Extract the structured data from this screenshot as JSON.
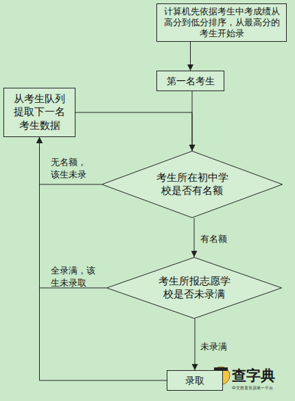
{
  "diagram": {
    "nodes": [
      {
        "text": [
          "计算机先依据考生中考成绩从高分到低分排序，从最高分的考生开始录"
        ]
      },
      {
        "text": [
          "第一名考生"
        ]
      },
      {
        "text": [
          "从考生队列提取下一名考生数据"
        ]
      },
      {
        "text": [
          "考生所在初中学校是否有名额"
        ]
      },
      {
        "text": [
          "考生所报志愿学校是否未录满"
        ]
      },
      {
        "text": [
          "录取"
        ]
      }
    ],
    "edges": [
      {
        "from": 0,
        "to": 1,
        "arrow": "to"
      },
      {
        "from": 1,
        "to": 3,
        "arrow": "to"
      },
      {
        "from": 2,
        "to": 3,
        "arrow": "to"
      },
      {
        "from": 3,
        "to": 2,
        "label": "无名额，该生未录",
        "arrow": "to"
      },
      {
        "from": 3,
        "to": 4,
        "label": "有名额",
        "arrow": "to"
      },
      {
        "from": 4,
        "to": 2,
        "label": "全录满，该生未录取",
        "arrow": "to"
      },
      {
        "from": 4,
        "to": 5,
        "label": "未录满",
        "arrow": "to"
      },
      {
        "from": 5,
        "to": 2,
        "arrow": "to"
      }
    ],
    "labels": [
      "查字典",
      "中文教育资源第一平台"
    ]
  }
}
